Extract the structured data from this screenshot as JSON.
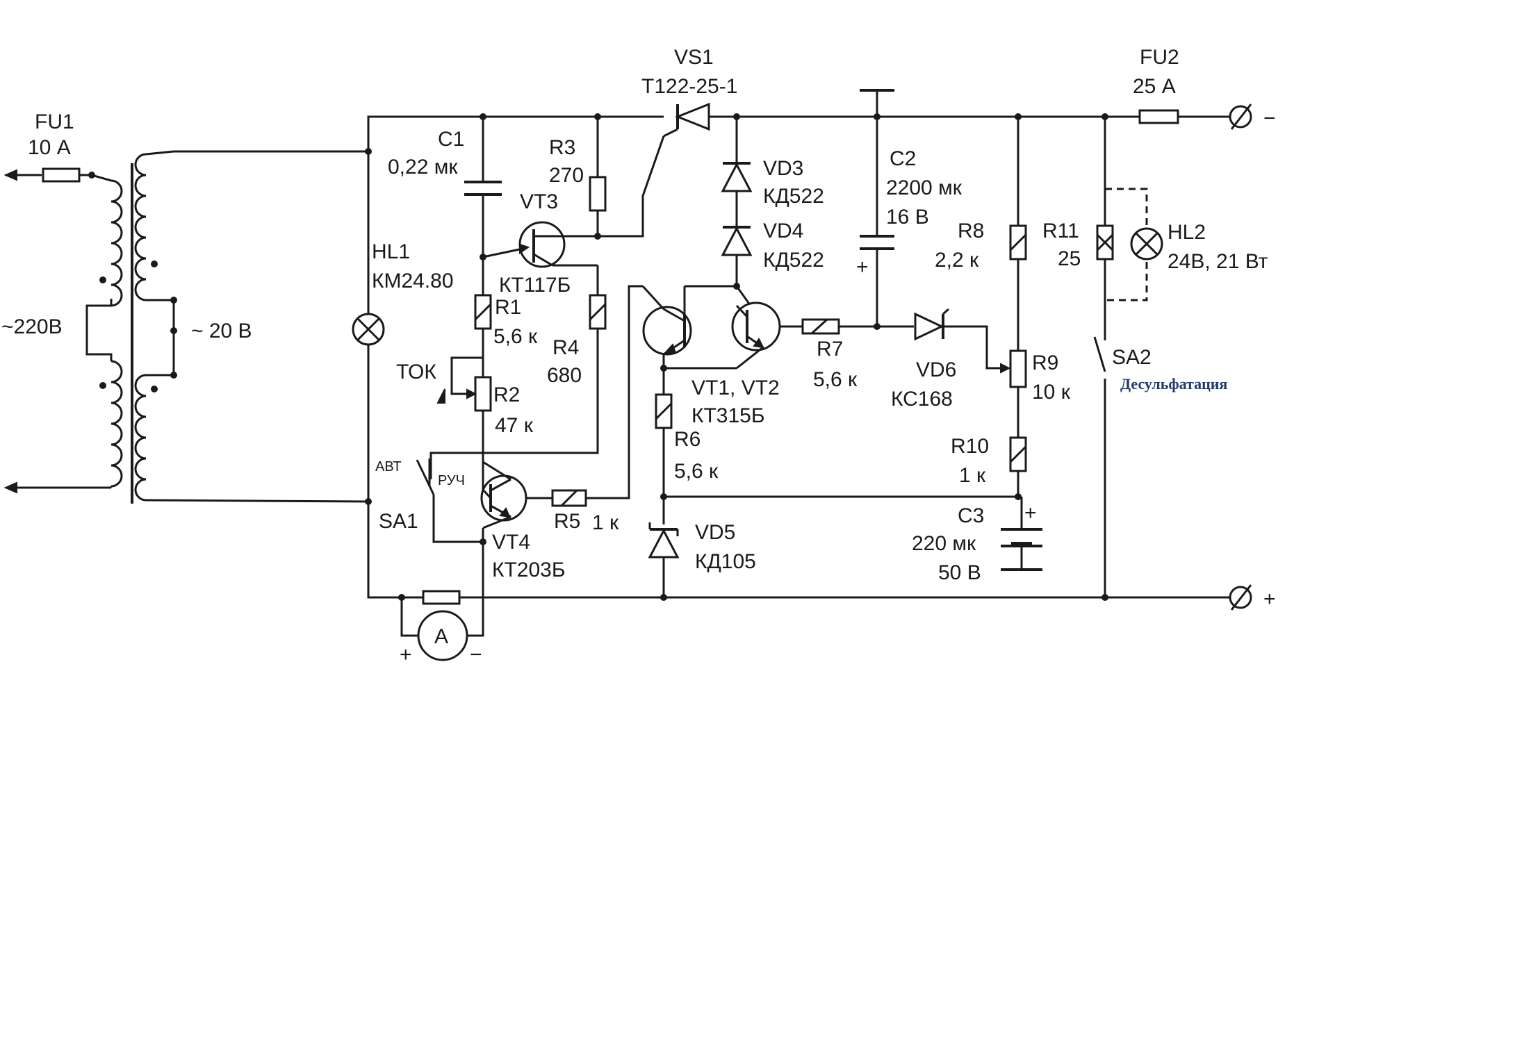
{
  "components": {
    "fu1": {
      "ref": "FU1",
      "value": "10 А"
    },
    "mains": {
      "value": "~220В"
    },
    "secondary": {
      "value": "~ 20 В"
    },
    "hl1": {
      "ref": "HL1",
      "value": "КМ24.80"
    },
    "c1": {
      "ref": "C1",
      "value": "0,22 мк"
    },
    "r3": {
      "ref": "R3",
      "value": "270"
    },
    "vt3": {
      "ref": "VT3",
      "value": "КТ117Б"
    },
    "r1": {
      "ref": "R1",
      "value": "5,6 к"
    },
    "r4": {
      "ref": "R4",
      "value": "680"
    },
    "tok": {
      "label": "ТОК"
    },
    "r2": {
      "ref": "R2",
      "value": "47 к"
    },
    "sa1": {
      "ref": "SA1",
      "pos_auto": "АВТ",
      "pos_manual": "РУЧ"
    },
    "vt4": {
      "ref": "VT4",
      "value": "КТ203Б"
    },
    "r5": {
      "ref": "R5",
      "value": "1 к"
    },
    "ammeter": {
      "symbol": "A",
      "plus": "+",
      "minus": "−"
    },
    "vs1": {
      "ref": "VS1",
      "value": "Т122-25-1"
    },
    "vd3": {
      "ref": "VD3",
      "value": "КД522"
    },
    "vd4": {
      "ref": "VD4",
      "value": "КД522"
    },
    "vt12": {
      "ref": "VT1, VT2",
      "value": "КТ315Б"
    },
    "r6": {
      "ref": "R6",
      "value": "5,6 к"
    },
    "vd5": {
      "ref": "VD5",
      "value": "КД105"
    },
    "r7": {
      "ref": "R7",
      "value": "5,6 к"
    },
    "c2": {
      "ref": "C2",
      "value": "2200 мк",
      "voltage": "16 В",
      "plus": "+"
    },
    "vd6": {
      "ref": "VD6",
      "value": "КС168"
    },
    "r8": {
      "ref": "R8",
      "value": "2,2 к"
    },
    "r9": {
      "ref": "R9",
      "value": "10 к"
    },
    "r10": {
      "ref": "R10",
      "value": "1 к"
    },
    "c3": {
      "ref": "C3",
      "value": "220 мк",
      "voltage": "50 В",
      "plus": "+"
    },
    "fu2": {
      "ref": "FU2",
      "value": "25 А"
    },
    "r11": {
      "ref": "R11",
      "value": "25"
    },
    "hl2": {
      "ref": "HL2",
      "value": "24В, 21 Вт"
    },
    "sa2": {
      "ref": "SA2",
      "function": "Десульфатация"
    }
  },
  "terminals": {
    "negative": "−",
    "positive": "+"
  }
}
